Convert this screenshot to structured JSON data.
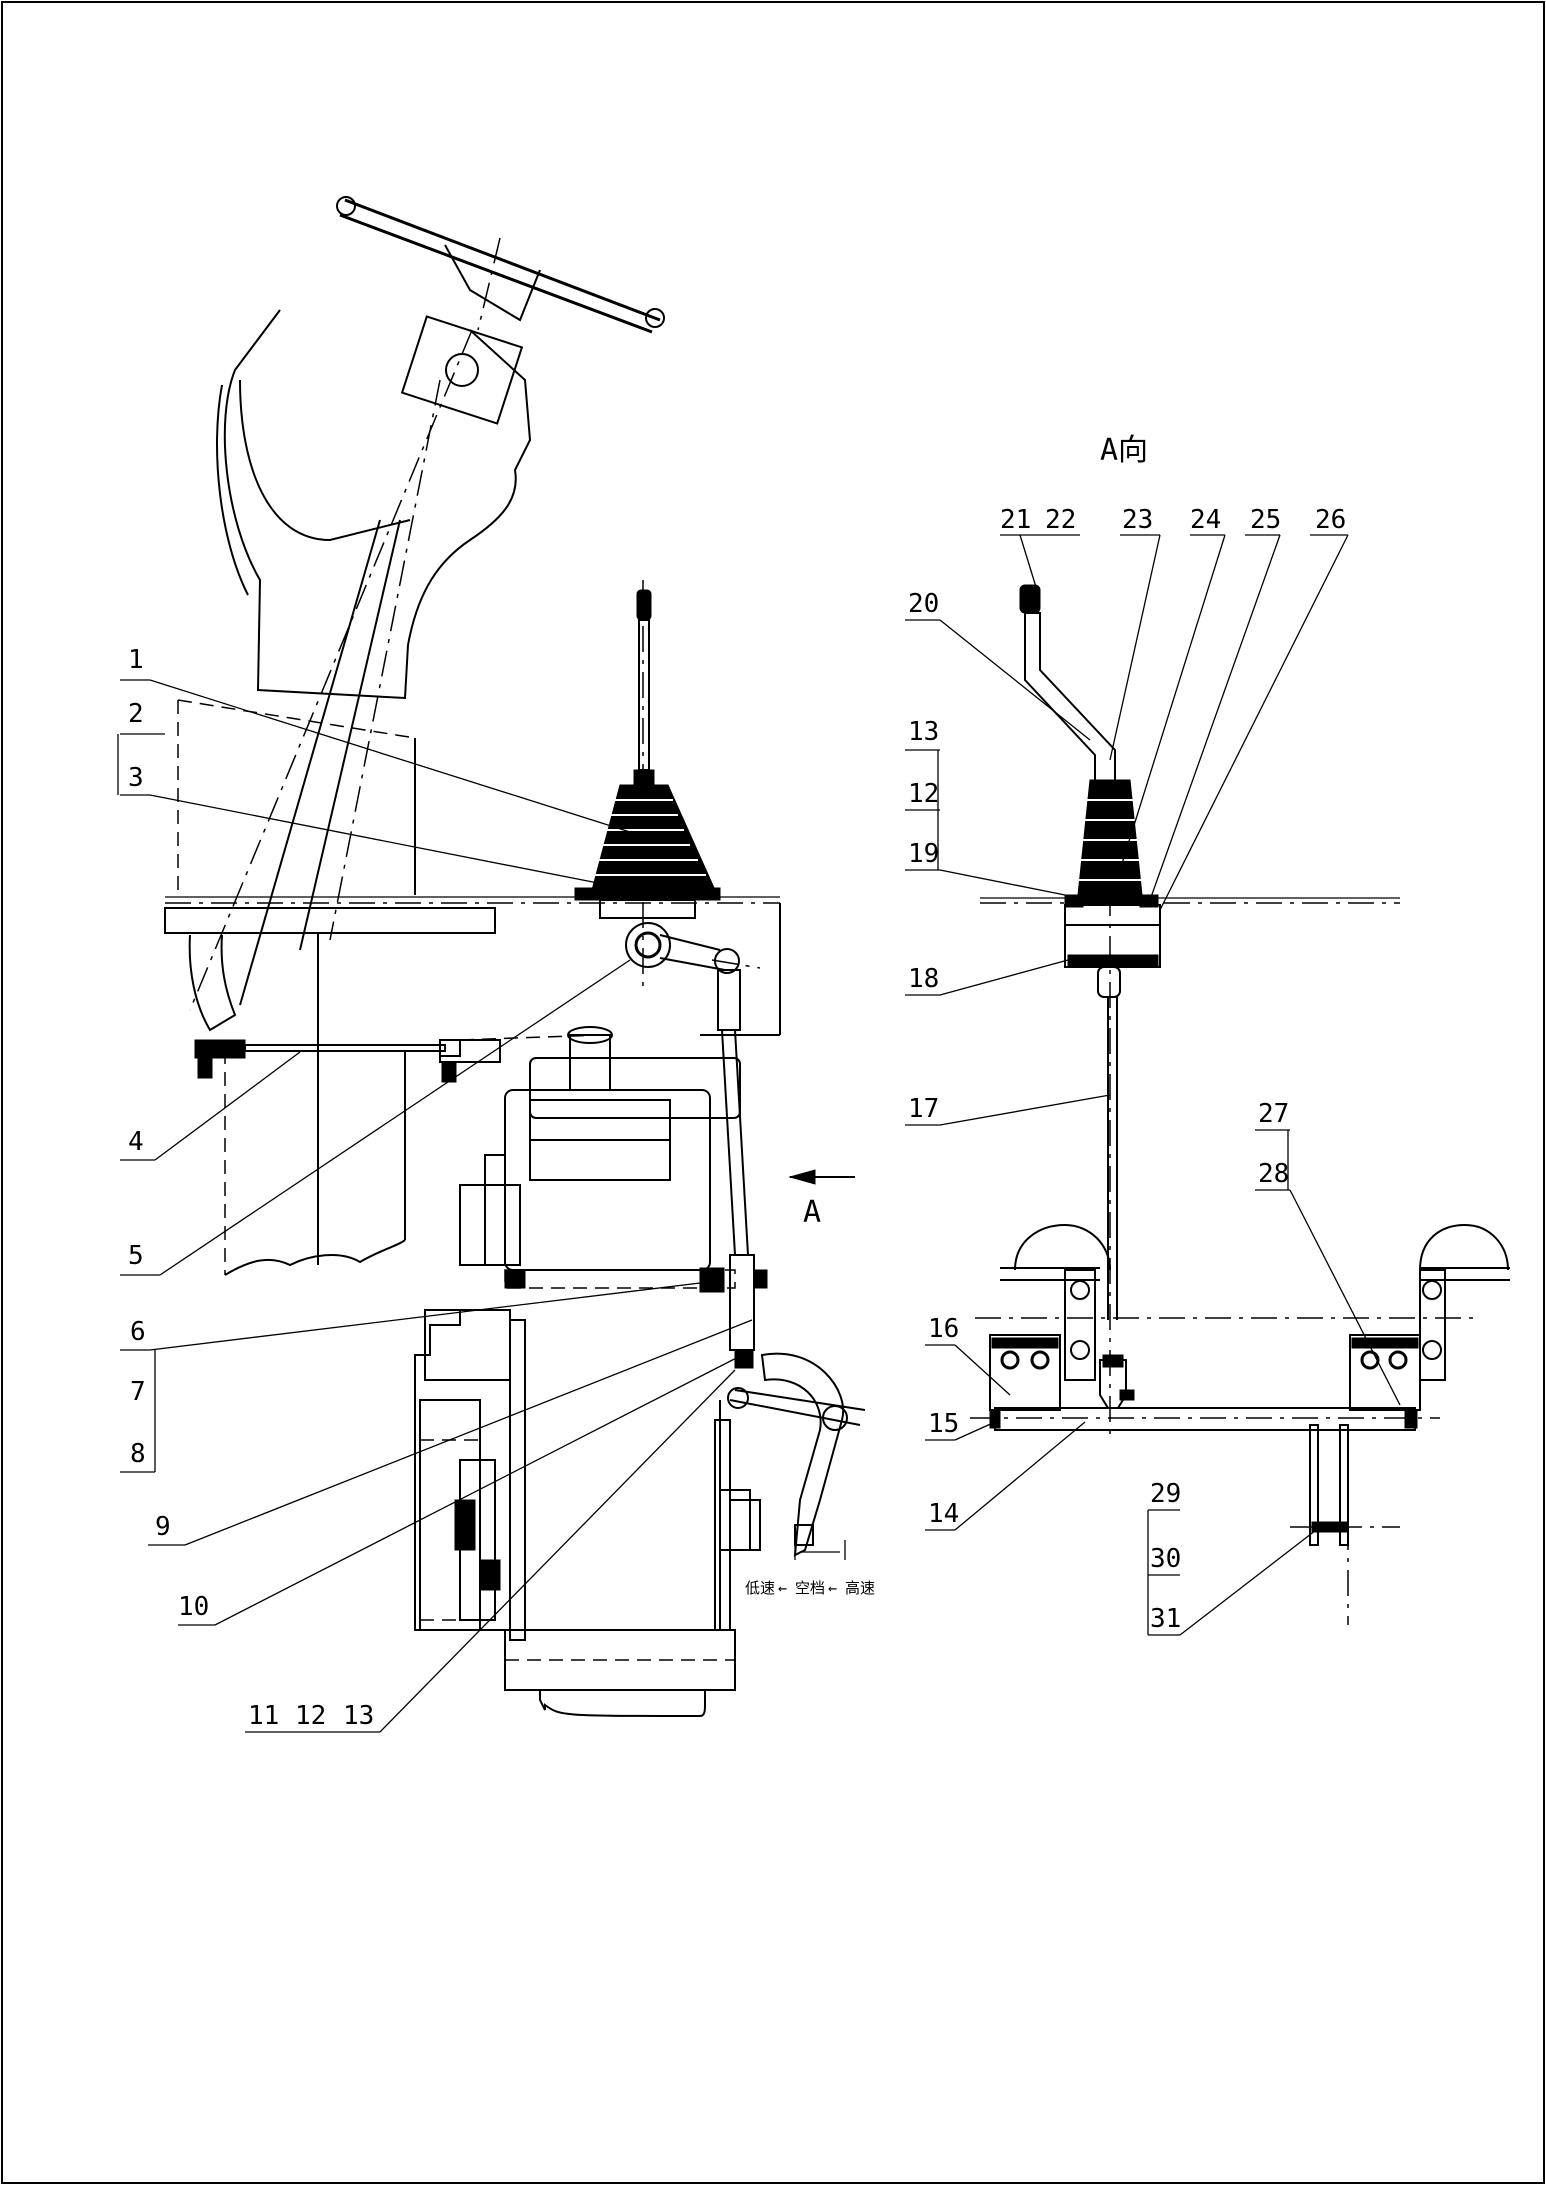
{
  "view_label": "A向",
  "direction_marker": "A",
  "speed_labels": [
    "低速",
    "空档",
    "高速"
  ],
  "speed_arrow": "←",
  "callouts_left": [
    "1",
    "2",
    "3",
    "4",
    "5",
    "6",
    "7",
    "8",
    "9",
    "10"
  ],
  "callout_group_left": [
    "11",
    "12",
    "13"
  ],
  "callouts_right_top": [
    "21",
    "22",
    "23",
    "24",
    "25",
    "26"
  ],
  "callouts_right_side": [
    "20",
    "13",
    "12",
    "19",
    "18",
    "17",
    "16",
    "15",
    "14"
  ],
  "callouts_right_misc": [
    "27",
    "28",
    "29",
    "30",
    "31"
  ]
}
